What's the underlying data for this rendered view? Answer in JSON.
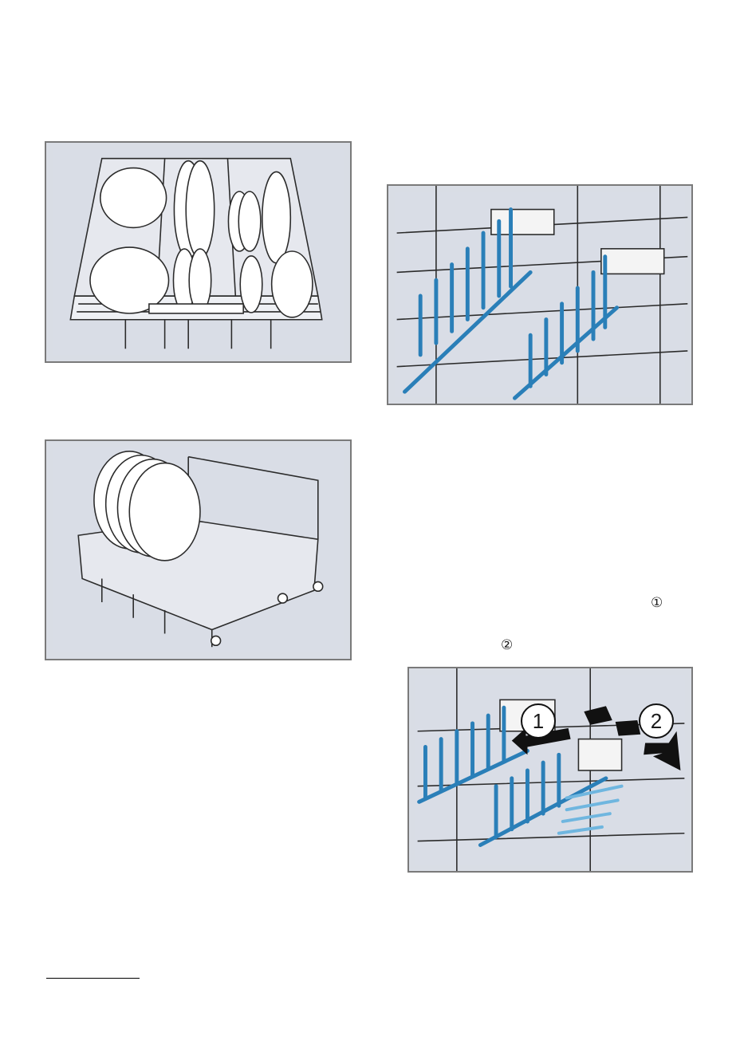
{
  "figures": {
    "upper_basket": {
      "icon": "upper-basket-loaded-illustration"
    },
    "lower_basket": {
      "icon": "lower-basket-plates-illustration"
    },
    "rack_tines": {
      "icon": "foldable-tines-illustration"
    },
    "fold_tines": {
      "icon": "fold-tines-steps-illustration",
      "step1_label": "1",
      "step2_label": "2"
    }
  },
  "text_markers": {
    "step1": "①",
    "step2": "②"
  },
  "colors": {
    "figure_bg": "#d9dde5",
    "frame": "#7a7a7a",
    "tine_blue": "#2a7fb8",
    "tine_light": "#6fb6df"
  }
}
